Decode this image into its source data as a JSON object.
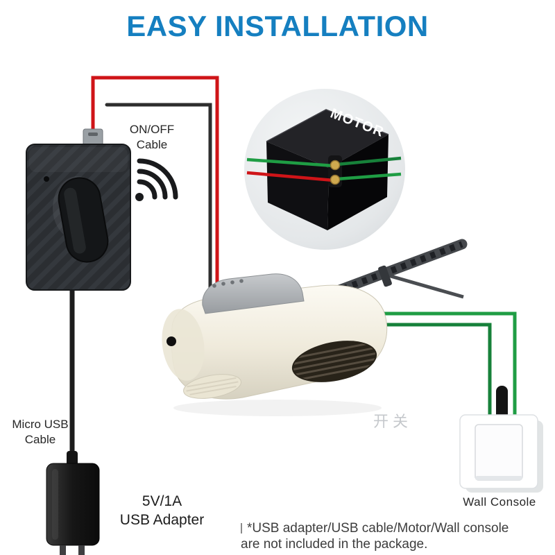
{
  "title": "EASY INSTALLATION",
  "labels": {
    "on_off_cable": "ON/OFF\nCable",
    "micro_usb_cable": "Micro USB\nCable",
    "usb_adapter": "5V/1A\nUSB Adapter",
    "wall_console": "Wall Console",
    "motor": "MOTOR",
    "watermark": "开关"
  },
  "footnote": {
    "line1": "*USB adapter/USB cable/Motor/Wall console",
    "line2": "are not included in the package."
  },
  "colors": {
    "title_blue": "#157fc0",
    "wire_red": "#cf1418",
    "wire_black": "#2e2e2e",
    "wire_green": "#1f9d44",
    "wire_green_dark": "#17813a",
    "terminal_gold": "#cfa94f",
    "motor_cream": "#efeadb",
    "device_black": "#2c2f33"
  }
}
